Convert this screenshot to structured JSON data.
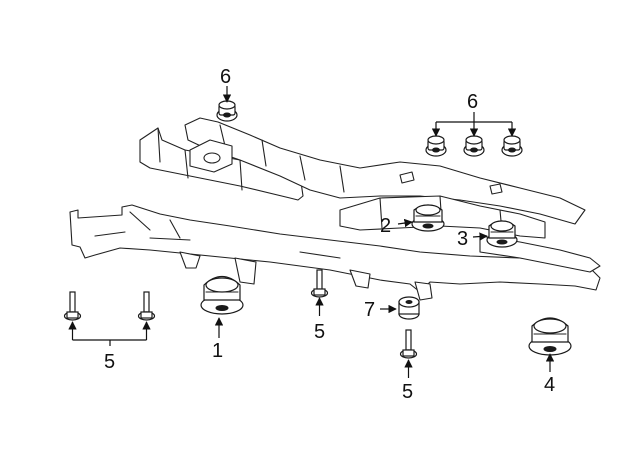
{
  "callouts": {
    "c1": "1",
    "c2": "2",
    "c3": "3",
    "c4": "4",
    "c5_left": "5",
    "c5_center": "5",
    "c5_lower": "5",
    "c6_top": "6",
    "c6_right": "6",
    "c7": "7"
  }
}
